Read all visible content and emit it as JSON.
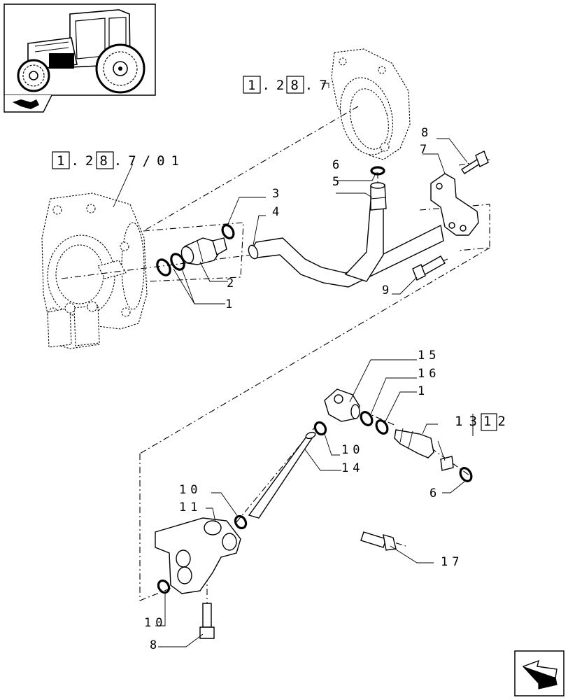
{
  "references": {
    "top": "1.28.7/01",
    "left": "1.28.7/01",
    "right": "1312"
  },
  "callouts": {
    "c1a": "1",
    "c2": "2",
    "c3": "3",
    "c4": "4",
    "c5": "5",
    "c6a": "6",
    "c7": "7",
    "c8a": "8",
    "c9": "9",
    "c15": "15",
    "c16": "16",
    "c1b": "1",
    "c10a": "10",
    "c14": "14",
    "c6b": "6",
    "c10b": "10",
    "c11": "11",
    "c10c": "10",
    "c8b": "8",
    "c17": "17"
  },
  "icons": {
    "thumbnail": "tractor-thumbnail-icon",
    "section": "section-arrow-icon",
    "next": "next-page-arrow-icon"
  }
}
